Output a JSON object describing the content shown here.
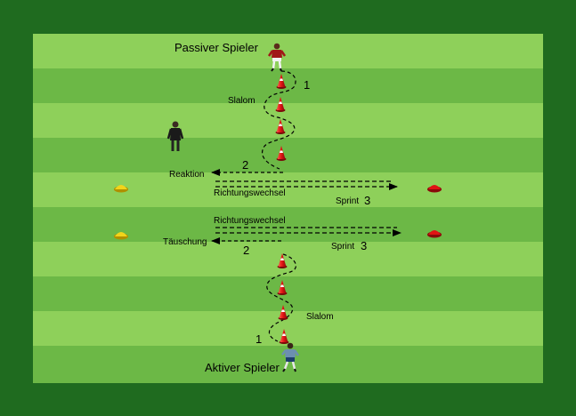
{
  "labels": {
    "passive_player": "Passiver Spieler",
    "active_player": "Aktiver Spieler",
    "slalom_top": "Slalom",
    "slalom_bottom": "Slalom",
    "reaction": "Reaktion",
    "direction_change_top": "Richtungswechsel",
    "direction_change_bottom": "Richtungswechsel",
    "feint": "Täuschung",
    "sprint_top": "Sprint",
    "sprint_bottom": "Sprint",
    "step1_top": "1",
    "step1_bottom": "1",
    "step2_top": "2",
    "step2_bottom": "2",
    "step3_top": "3",
    "step3_bottom": "3"
  },
  "colors": {
    "border": "#1f6b1f",
    "stripe_light": "#8ed05a",
    "stripe_dark": "#6cb846",
    "cone_red": "#e01414",
    "marker_yellow": "#f2d41a",
    "marker_red": "#e01414",
    "jersey_red": "#a01818",
    "jersey_blue": "#6c8fb0"
  },
  "icons": [
    "passive-player-figure",
    "coach-figure",
    "active-player-figure",
    "slalom-cone",
    "flat-marker"
  ]
}
